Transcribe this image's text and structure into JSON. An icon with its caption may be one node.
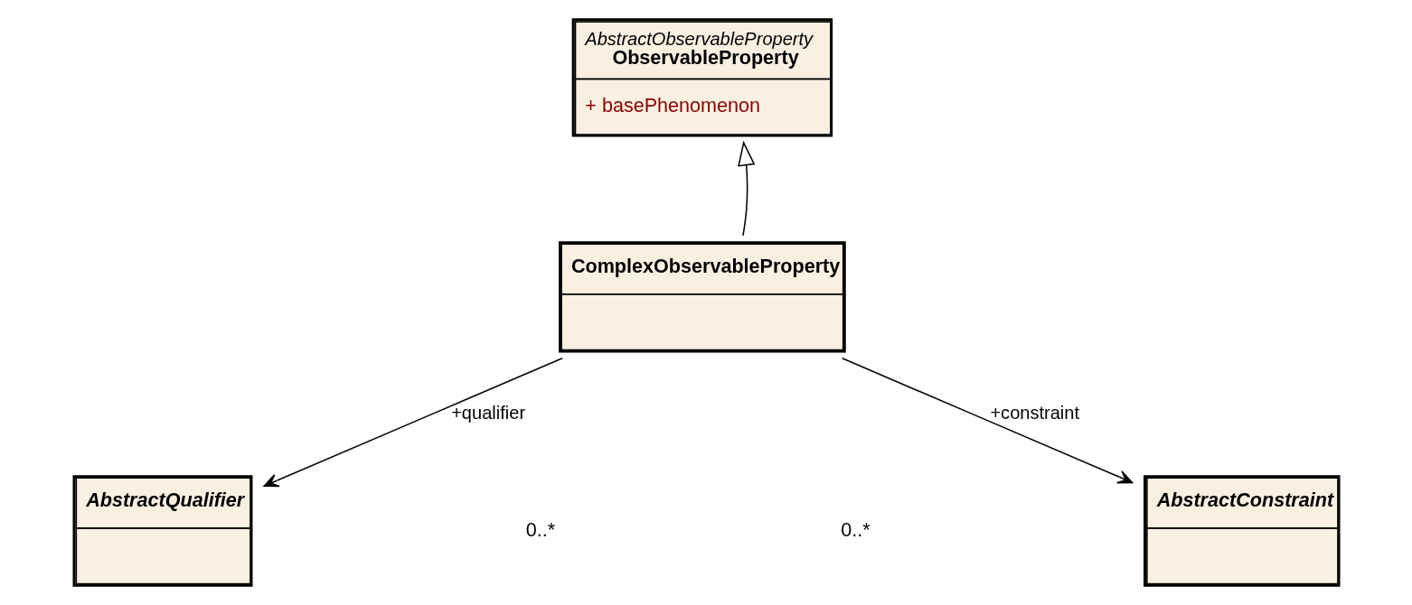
{
  "diagram": {
    "nodes": [
      {
        "text": [
          "AbstractObservableProperty",
          "ObservableProperty",
          "+ basePhenomenon"
        ]
      },
      {
        "text": [
          "ComplexObservableProperty"
        ]
      },
      {
        "text": [
          "AbstractQualifier"
        ]
      },
      {
        "text": [
          "AbstractConstraint"
        ]
      }
    ],
    "edges": [
      {
        "from": 1,
        "to": 0,
        "arrow": "to"
      },
      {
        "from": 1,
        "to": 2,
        "arrow": "to",
        "label": "+qualifier"
      },
      {
        "from": 1,
        "to": 3,
        "arrow": "to",
        "label": "+constraint"
      }
    ],
    "labels": [
      "0..*",
      "0..*"
    ]
  }
}
